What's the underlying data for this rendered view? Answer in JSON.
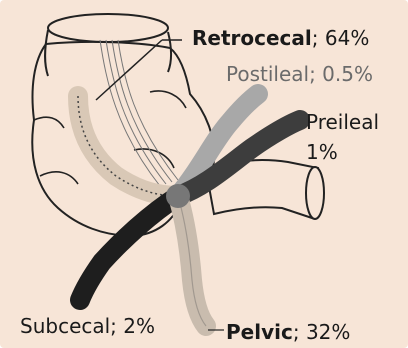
{
  "colors": {
    "background": "#f7e5d7",
    "ink": "#1a1a1a",
    "retrocecal": "#d9c8b6",
    "postileal": "#a8a8a8",
    "preileal": "#3d3d3d",
    "subcecal": "#1e1e1e",
    "pelvic": "#c9bcae"
  },
  "labels": {
    "retrocecal": {
      "name": "Retrocecal",
      "sep": "; ",
      "pct": "64%"
    },
    "postileal": {
      "text": "Postileal; 0.5%"
    },
    "preileal": {
      "name": "Preileal",
      "pct": "1%"
    },
    "subcecal": {
      "text": "Subcecal; 2%"
    },
    "pelvic": {
      "name": "Pelvic",
      "sep": "; ",
      "pct": "32%"
    }
  }
}
